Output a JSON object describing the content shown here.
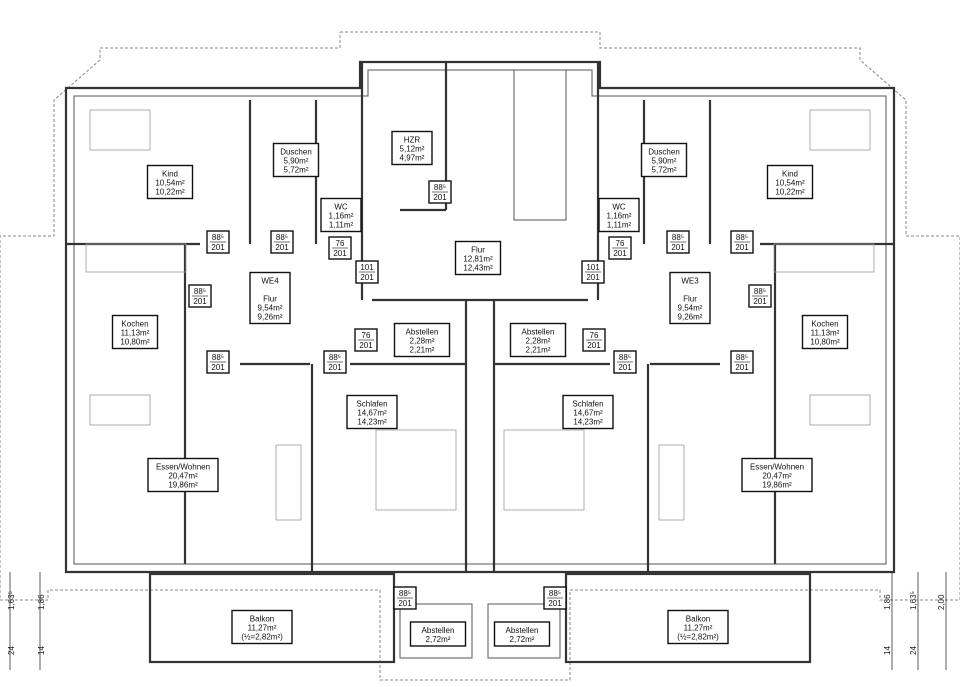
{
  "rooms": [
    {
      "id": "kind-left",
      "lines": [
        "Kind",
        "10,54m²",
        "10,22m²"
      ]
    },
    {
      "id": "duschen-left",
      "lines": [
        "Duschen",
        "5,90m²",
        "5,72m²"
      ]
    },
    {
      "id": "hzr",
      "lines": [
        "HZR",
        "5,12m²",
        "4,97m²"
      ]
    },
    {
      "id": "wc-left",
      "lines": [
        "WC",
        "1,16m²",
        "1,11m²"
      ]
    },
    {
      "id": "flur-center",
      "lines": [
        "Flur",
        "12,81m²",
        "12,43m²"
      ]
    },
    {
      "id": "we4-flur",
      "lines": [
        "WE4",
        "",
        "Flur",
        "9,54m²",
        "9,26m²"
      ]
    },
    {
      "id": "kochen-left",
      "lines": [
        "Kochen",
        "11,13m²",
        "10,80m²"
      ]
    },
    {
      "id": "abstellen-left",
      "lines": [
        "Abstellen",
        "2,28m²",
        "2,21m²"
      ]
    },
    {
      "id": "schlafen-left",
      "lines": [
        "Schlafen",
        "14,67m²",
        "14,23m²"
      ]
    },
    {
      "id": "essen-wohnen-left",
      "lines": [
        "Essen/Wohnen",
        "20,47m²",
        "19,86m²"
      ]
    },
    {
      "id": "balkon-left",
      "lines": [
        "Balkon",
        "11,27m²",
        "(½=2,82m²)"
      ]
    },
    {
      "id": "abstellen-small-left",
      "lines": [
        "Abstellen",
        "2,72m²"
      ]
    },
    {
      "id": "kind-right",
      "lines": [
        "Kind",
        "10,54m²",
        "10,22m²"
      ]
    },
    {
      "id": "duschen-right",
      "lines": [
        "Duschen",
        "5,90m²",
        "5,72m²"
      ]
    },
    {
      "id": "wc-right",
      "lines": [
        "WC",
        "1,16m²",
        "1,11m²"
      ]
    },
    {
      "id": "we3-flur",
      "lines": [
        "WE3",
        "",
        "Flur",
        "9,54m²",
        "9,26m²"
      ]
    },
    {
      "id": "kochen-right",
      "lines": [
        "Kochen",
        "11,13m²",
        "10,80m²"
      ]
    },
    {
      "id": "abstellen-right",
      "lines": [
        "Abstellen",
        "2,28m²",
        "2,21m²"
      ]
    },
    {
      "id": "schlafen-right",
      "lines": [
        "Schlafen",
        "14,67m²",
        "14,23m²"
      ]
    },
    {
      "id": "essen-wohnen-right",
      "lines": [
        "Essen/Wohnen",
        "20,47m²",
        "19,86m²"
      ]
    },
    {
      "id": "balkon-right",
      "lines": [
        "Balkon",
        "11,27m²",
        "(½=2,82m²)"
      ]
    },
    {
      "id": "abstellen-small-right",
      "lines": [
        "Abstellen",
        "2,72m²"
      ]
    }
  ],
  "doors": [
    {
      "w": "88⁵",
      "h": "201"
    },
    {
      "w": "88⁵",
      "h": "201"
    },
    {
      "w": "76",
      "h": "201"
    },
    {
      "w": "101",
      "h": "201"
    },
    {
      "w": "88⁵",
      "h": "201"
    },
    {
      "w": "88⁵",
      "h": "201"
    },
    {
      "w": "88⁵",
      "h": "201"
    },
    {
      "w": "88⁵",
      "h": "201"
    },
    {
      "w": "76",
      "h": "201"
    },
    {
      "w": "88⁵",
      "h": "201"
    },
    {
      "w": "88⁵",
      "h": "201"
    },
    {
      "w": "88⁵",
      "h": "201"
    },
    {
      "w": "76",
      "h": "201"
    },
    {
      "w": "101",
      "h": "201"
    },
    {
      "w": "88⁵",
      "h": "201"
    },
    {
      "w": "88⁵",
      "h": "201"
    },
    {
      "w": "88⁵",
      "h": "201"
    },
    {
      "w": "76",
      "h": "201"
    },
    {
      "w": "88⁵",
      "h": "201"
    }
  ],
  "dimensions": {
    "left": [
      "1,63⁵",
      "1,86",
      "24",
      "14"
    ],
    "right": [
      "1,86",
      "1,63⁵",
      "2,00",
      "14",
      "24"
    ]
  }
}
